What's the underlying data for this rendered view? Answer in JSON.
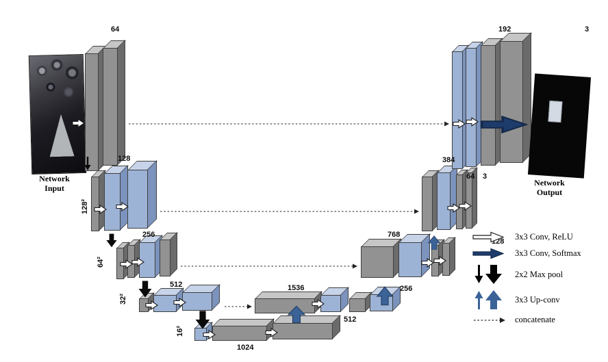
{
  "figure": {
    "input_caption": "Network\nInput",
    "output_caption": "Network\nOutput"
  },
  "channels": {
    "enc1": "64",
    "enc2": "128",
    "enc3": "256",
    "enc4": "512",
    "bottleneck": "1024",
    "dec4_in": "1536",
    "dec4_out": "512",
    "dec3_in": "768",
    "dec3_out": "256",
    "dec2_in": "384",
    "dec2_out": "128",
    "dec1_in": "192",
    "dec1_mid": "64",
    "dec1_out": "3",
    "output_channels": "3"
  },
  "resolutions": {
    "level1": "128²",
    "level2": "64²",
    "level3": "32²",
    "level4": "16²"
  },
  "legend": {
    "items": [
      {
        "icon": "conv-relu-arrow-icon",
        "label": "3x3 Conv, ReLU"
      },
      {
        "icon": "conv-softmax-arrow-icon",
        "label": "3x3 Conv, Softmax"
      },
      {
        "icon": "max-pool-arrow-icon",
        "label": "2x2 Max pool"
      },
      {
        "icon": "up-conv-arrow-icon",
        "label": "3x3 Up-conv"
      },
      {
        "icon": "concatenate-arrow-icon",
        "label": "concatenate"
      }
    ]
  },
  "colors": {
    "feature_map_gray": "#929292",
    "feature_map_blue": "#9db3d6",
    "conv_softmax_arrow": "#1e3c6b",
    "up_conv_arrow": "#3b6398",
    "max_pool_arrow": "#000000"
  }
}
